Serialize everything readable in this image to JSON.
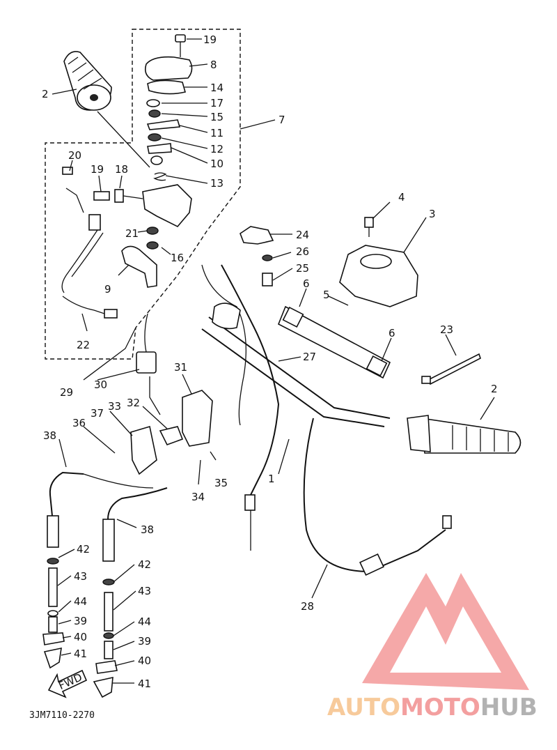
{
  "diagram": {
    "part_code": "3JM7110-2270",
    "fwd_label": "FWD",
    "labels": {
      "p1": "1",
      "p2a": "2",
      "p2b": "2",
      "p3": "3",
      "p4": "4",
      "p5": "5",
      "p6a": "6",
      "p6b": "6",
      "p7": "7",
      "p8": "8",
      "p9": "9",
      "p10": "10",
      "p11": "11",
      "p12": "12",
      "p13": "13",
      "p14": "14",
      "p15": "15",
      "p16": "16",
      "p17": "17",
      "p18": "18",
      "p19a": "19",
      "p19b": "19",
      "p20": "20",
      "p21": "21",
      "p22": "22",
      "p23": "23",
      "p24": "24",
      "p25": "25",
      "p26": "26",
      "p27": "27",
      "p28": "28",
      "p29": "29",
      "p30": "30",
      "p31": "31",
      "p32": "32",
      "p33": "33",
      "p34": "34",
      "p35": "35",
      "p36": "36",
      "p37": "37",
      "p38a": "38",
      "p38b": "38",
      "p39a": "39",
      "p39b": "39",
      "p40a": "40",
      "p40b": "40",
      "p41a": "41",
      "p41b": "41",
      "p42a": "42",
      "p42b": "42",
      "p43a": "43",
      "p43b": "43",
      "p44a": "44",
      "p44b": "44"
    }
  },
  "watermark": {
    "part1": "AUTO",
    "part2": "MOTO",
    "part3": "HUB",
    "colors": {
      "auto": "#f5b97a",
      "moto": "#f08080",
      "hub": "#999999",
      "triangle": "#f28c8c"
    }
  }
}
